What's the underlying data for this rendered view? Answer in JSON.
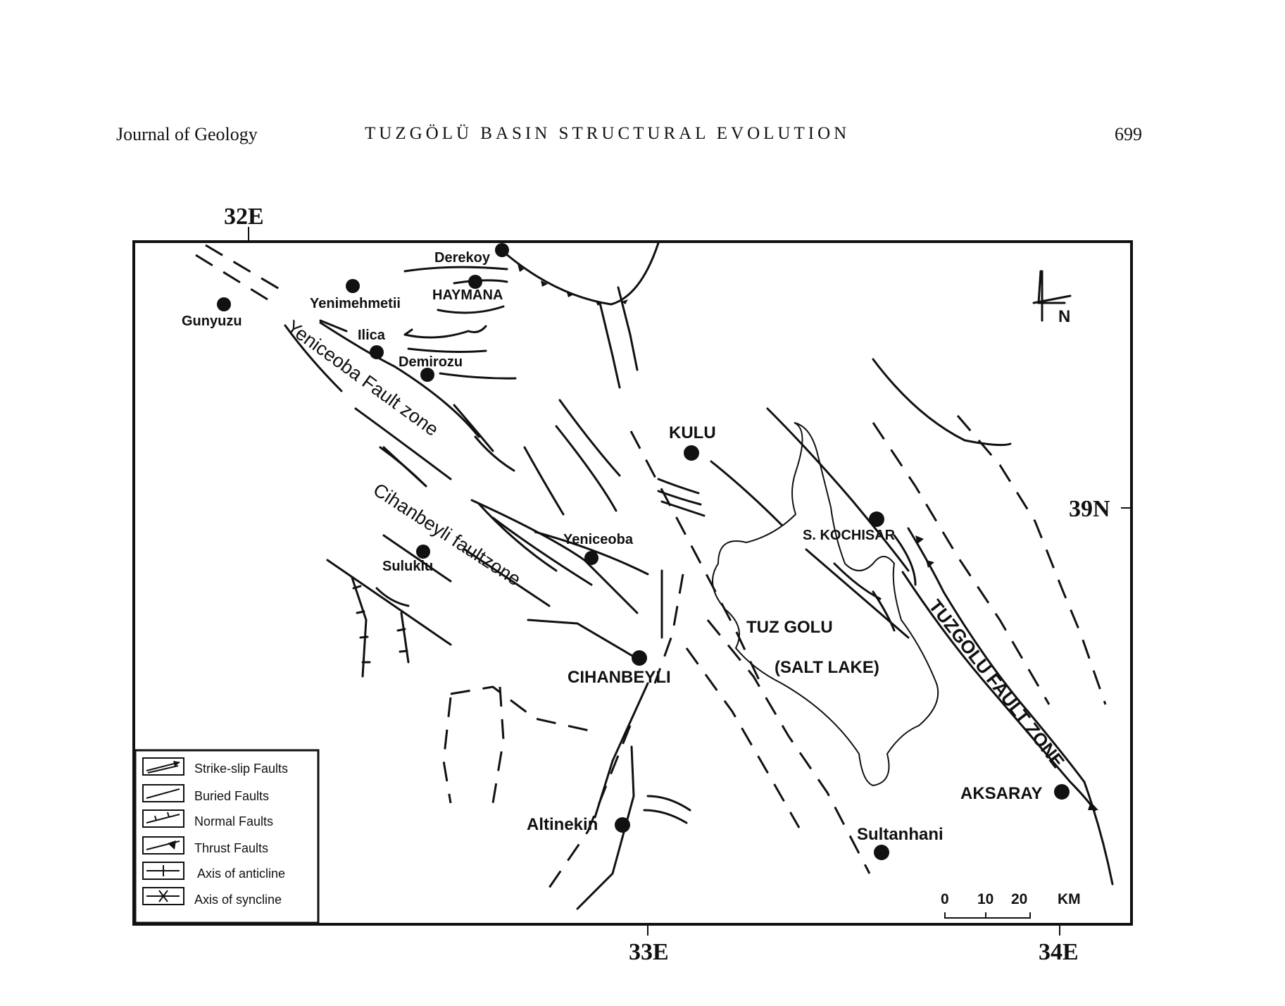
{
  "header": {
    "journal": "Journal of Geology",
    "title": "TUZGÖLÜ BASIN STRUCTURAL EVOLUTION",
    "page_number": "699"
  },
  "map": {
    "graticule": {
      "lon_32": "32E",
      "lon_33": "33E",
      "lon_34": "34E",
      "lat_39": "39N"
    },
    "north_arrow": "N",
    "places": {
      "derekoy": "Derekoy",
      "haymana": "HAYMANA",
      "yenimehmetii": "Yenimehmetii",
      "gunyuzu": "Gunyuzu",
      "ilica": "Ilica",
      "demirozu": "Demirozu",
      "kulu": "KULU",
      "yeniceoba": "Yeniceoba",
      "suluklu": "Suluklu",
      "cihanbeyli": "CIHANBEYLI",
      "s_kochisar": "S. KOCHISAR",
      "tuz_golu": "TUZ GOLU",
      "salt_lake": "(SALT LAKE)",
      "aksaray": "AKSARAY",
      "altinekin": "Altinekin",
      "sultanhani": "Sultanhani"
    },
    "fault_zones": {
      "yeniceoba": "Yeniceoba Fault zone",
      "cihanbeyli": "Cihanbeyli faultzone",
      "tuzgolu": "TUZGOLU FAULT ZONE"
    },
    "legend": [
      {
        "label": "Strike-slip Faults",
        "icon": "strike-slip-fault-icon"
      },
      {
        "label": "Buried Faults",
        "icon": "buried-fault-icon"
      },
      {
        "label": "Normal Faults",
        "icon": "normal-fault-icon"
      },
      {
        "label": "Thrust Faults",
        "icon": "thrust-fault-icon"
      },
      {
        "label": "Axis of anticline",
        "icon": "anticline-axis-icon"
      },
      {
        "label": "Axis of syncline",
        "icon": "syncline-axis-icon"
      }
    ],
    "scale": {
      "t0": "0",
      "t10": "10",
      "t20": "20",
      "unit": "KM"
    }
  }
}
